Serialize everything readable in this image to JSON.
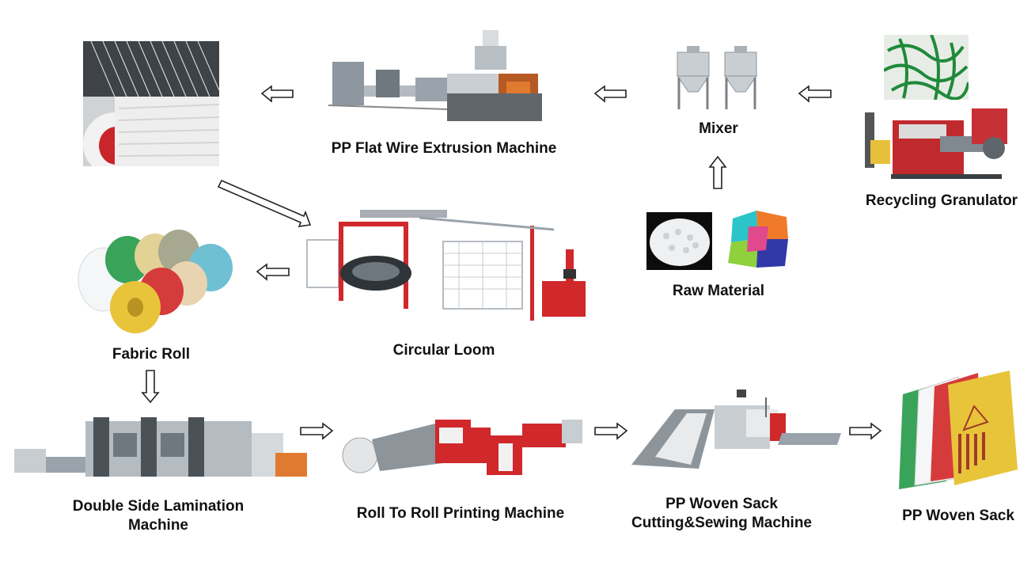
{
  "nodes": {
    "yarn_bobbin": {
      "label": ""
    },
    "extrusion": {
      "label": "PP Flat Wire Extrusion Machine"
    },
    "mixer": {
      "label": "Mixer"
    },
    "recycling": {
      "label": "Recycling Granulator"
    },
    "raw_material": {
      "label": "Raw Material"
    },
    "circular_loom": {
      "label": "Circular Loom"
    },
    "fabric_roll": {
      "label": "Fabric Roll"
    },
    "lamination": {
      "label_line1": "Double Side Lamination",
      "label_line2": "Machine"
    },
    "printing": {
      "label": "Roll To Roll Printing Machine"
    },
    "cutting": {
      "label_line1": "PP Woven Sack",
      "label_line2": "Cutting&Sewing Machine"
    },
    "sack": {
      "label": "PP Woven Sack"
    }
  },
  "colors": {
    "arrow": "#222222",
    "machine_red": "#d0282b",
    "machine_grey": "#9aa3ab",
    "fabric_green": "#3aa35a",
    "fabric_yellow": "#e8c43a",
    "fabric_red": "#d63b3b"
  }
}
